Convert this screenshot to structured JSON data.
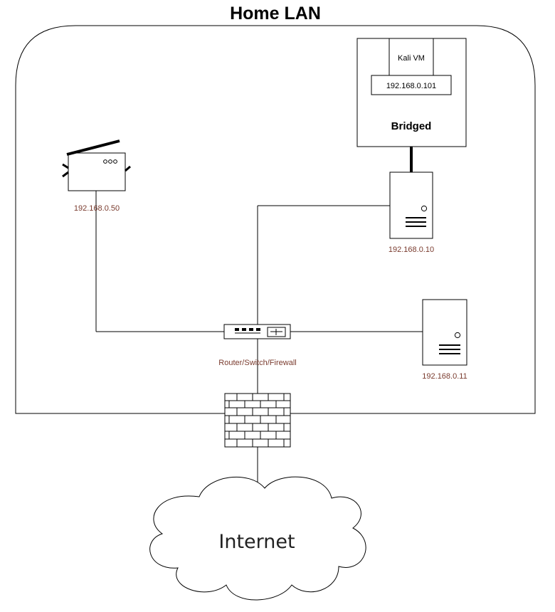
{
  "title": "Home LAN",
  "vm": {
    "label": "Kali VM",
    "ip": "192.168.0.101",
    "mode": "Bridged"
  },
  "printer": {
    "ip": "192.168.0.50",
    "icon": "printer-icon"
  },
  "host1": {
    "ip": "192.168.0.10",
    "icon": "server-icon"
  },
  "host2": {
    "ip": "192.168.0.11",
    "icon": "server-icon"
  },
  "router": {
    "label": "Router/Switch/Firewall",
    "icon": "router-icon"
  },
  "firewall": {
    "icon": "firewall-brick-icon"
  },
  "internet": {
    "label": "Internet",
    "icon": "cloud-icon"
  }
}
